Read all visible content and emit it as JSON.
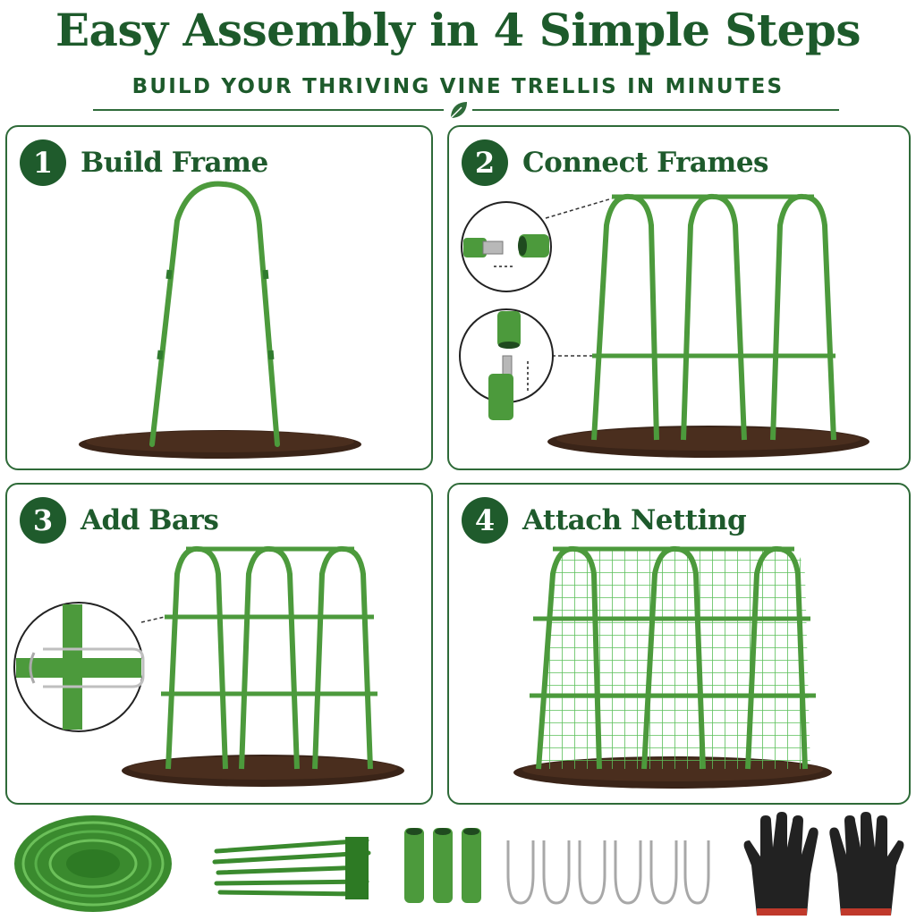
{
  "header": {
    "title": "Easy Assembly in 4 Simple Steps",
    "subtitle": "BUILD YOUR THRIVING VINE TRELLIS IN MINUTES"
  },
  "steps": [
    {
      "number": "1",
      "label": "Build Frame"
    },
    {
      "number": "2",
      "label": "Connect Frames"
    },
    {
      "number": "3",
      "label": "Add Bars"
    },
    {
      "number": "4",
      "label": "Attach Netting"
    }
  ],
  "colors": {
    "brand_green": "#1d5a2b",
    "pole_green": "#4c9a3c",
    "net_green": "#5cc05a",
    "soil": "#3a2418",
    "panel_border": "#2e6a38"
  },
  "accessories": [
    {
      "icon": "netting-roll-icon"
    },
    {
      "icon": "cable-ties-icon"
    },
    {
      "icon": "connector-tubes-icon"
    },
    {
      "icon": "ground-stakes-icon"
    },
    {
      "icon": "gloves-icon"
    }
  ]
}
